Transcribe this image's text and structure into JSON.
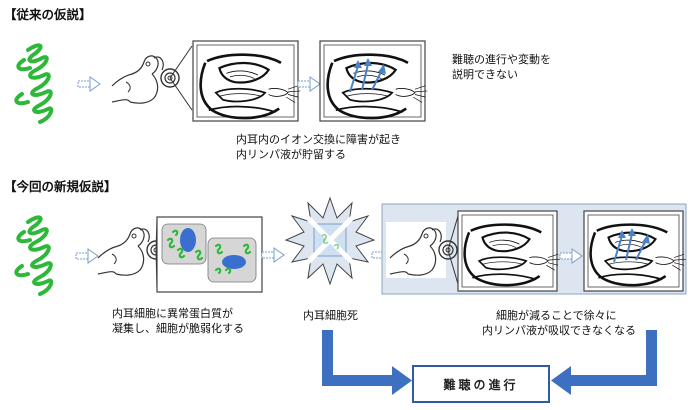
{
  "section_old": {
    "heading": "【従来の仮説】",
    "caption_line1": "内耳内のイオン交換に障害が起き",
    "caption_line2": "内リンパ液が貯留する",
    "note_line1": "難聴の進行や変動を",
    "note_line2": "説明できない"
  },
  "section_new": {
    "heading": "【今回の新規仮説】",
    "caption1_line1": "内耳細胞に異常蛋白質が",
    "caption1_line2": "凝集し、細胞が脆弱化する",
    "caption2": "内耳細胞死",
    "caption3_line1": "細胞が減ることで徐々に",
    "caption3_line2": "内リンパ液が吸収できなくなる"
  },
  "result_label": "難聴の進行",
  "colors": {
    "protein_green": "#2db83a",
    "arrow_blue": "#3d70c0",
    "cell_gray": "#d6d6d6",
    "nucleus_blue": "#3a6fd0",
    "panel_tint": "#dde6f0"
  }
}
